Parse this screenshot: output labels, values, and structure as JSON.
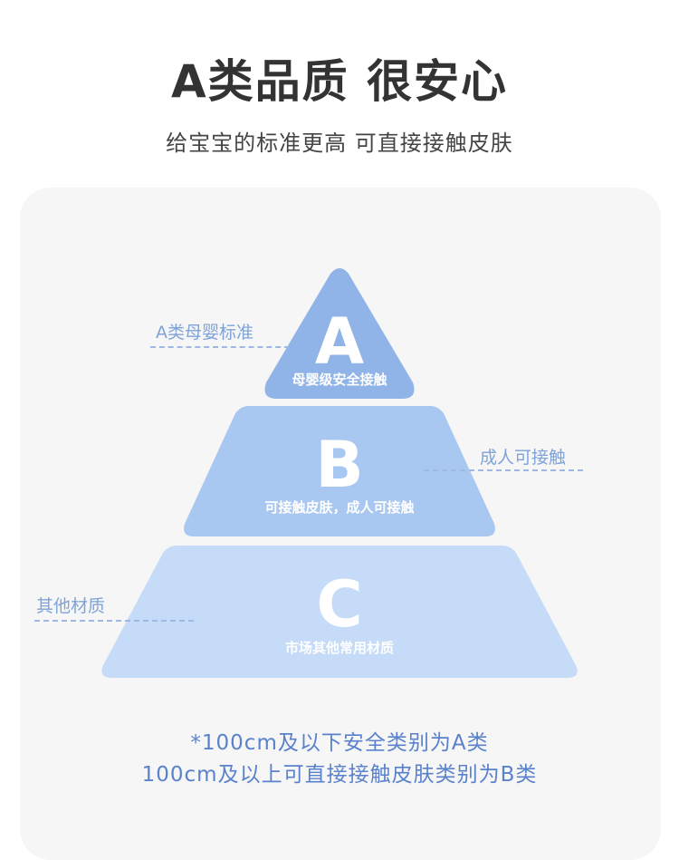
{
  "header": {
    "title": "A类品质 很安心",
    "subtitle": "给宝宝的标准更高 可直接接触皮肤"
  },
  "pyramid": {
    "tiers": [
      {
        "letter": "A",
        "caption": "母婴级安全接触",
        "side_label": "A类母婴标准",
        "color": "#90b4e8"
      },
      {
        "letter": "B",
        "caption": "可接触皮肤，成人可接触",
        "side_label": "成人可接触",
        "color": "#a9c8f1"
      },
      {
        "letter": "C",
        "caption": "市场其他常用材质",
        "side_label": "其他材质",
        "color": "#c5dbf7"
      }
    ]
  },
  "notes": {
    "line1": "*100cm及以下安全类别为A类",
    "line2": "100cm及以上可直接接触皮肤类别为B类"
  }
}
